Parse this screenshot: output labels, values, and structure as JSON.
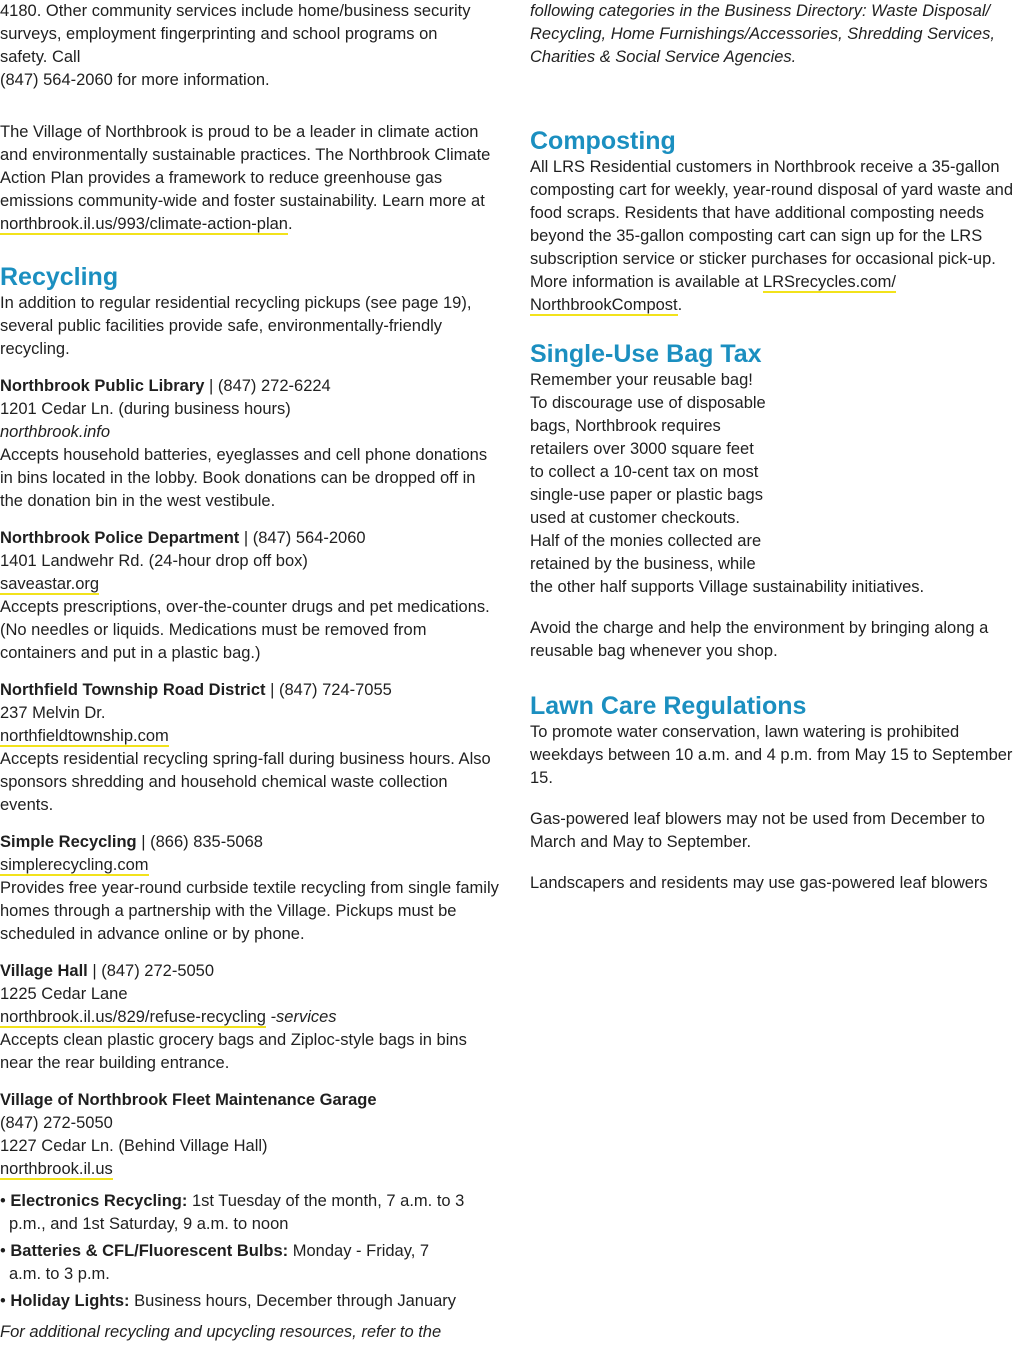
{
  "left": {
    "intro": {
      "line1": "4180. Other community services include home/business security",
      "line2": "surveys, employment fingerprinting and school programs on",
      "line3": "safety. Call",
      "line4": "(847) 564-2060 for more information."
    },
    "climate": {
      "text": "The Village of Northbrook is proud to be a leader in climate action and environmentally sustainable practices. The Northbrook Climate Action Plan provides a framework to reduce greenhouse gas emissions community-wide and foster sustainability. Learn more at ",
      "link": "northbrook.il.us/993/climate-action-plan",
      "end": "."
    },
    "recycling": {
      "heading": "Recycling",
      "intro": "In addition to regular residential recycling pickups (see page 19), several public facilities provide safe, environmentally-friendly recycling.",
      "entries": [
        {
          "name": "Northbrook Public Library",
          "phone": " | (847) 272-6224",
          "address": "1201 Cedar Ln. (during business hours)",
          "web": "northbrook.info",
          "desc": "Accepts household batteries, eyeglasses and cell phone donations in bins located in the lobby. Book donations can be dropped off in the donation bin in the west vestibule."
        },
        {
          "name": "Northbrook Police Department",
          "phone": " | (847) 564-2060",
          "address": "1401 Landwehr Rd. (24-hour drop off box)",
          "web": "saveastar.org",
          "desc": "Accepts prescriptions, over-the-counter drugs and pet medications. (No needles or liquids. Medications must be removed from containers and put in a plastic bag.)"
        },
        {
          "name": "Northfield Township Road District",
          "phone": " | (847) 724-7055",
          "address": "237 Melvin Dr.",
          "web": "northfieldtownship.com",
          "desc": "Accepts residential recycling spring-fall during business hours. Also sponsors shredding and household chemical waste collection events."
        },
        {
          "name": "Simple Recycling",
          "phone": " | (866) 835-5068",
          "web": "simplerecycling.com",
          "desc": "Provides free year-round curbside textile recycling from single family homes through a partnership with the Village. Pickups must be scheduled in advance online or by phone."
        },
        {
          "name": "Village Hall",
          "phone": " | (847) 272-5050",
          "address": "1225 Cedar Lane",
          "web": "northbrook.il.us/829/refuse-recycling",
          "web_suffix": " -services",
          "desc": "Accepts clean plastic grocery bags and Ziploc-style bags in bins near the rear building entrance."
        }
      ],
      "fleet": {
        "name": "Village of Northbrook Fleet Maintenance Garage",
        "phone": "(847) 272-5050",
        "address": "1227 Cedar Ln. (Behind Village Hall)",
        "web": "northbrook.il.us",
        "bullets": [
          {
            "label": "Electronics Recycling:",
            "text": " 1st Tuesday of the month, 7 a.m. to 3 p.m., and 1st Saturday, 9 a.m. to noon"
          },
          {
            "label": "Batteries & CFL/Fluorescent Bulbs:",
            "text": " Monday - Friday, 7 a.m. to 3 p.m."
          },
          {
            "label": "Holiday Lights:",
            "text": " Business hours, December through January"
          }
        ]
      },
      "footer": "For additional recycling and upcycling resources, refer to the"
    }
  },
  "right": {
    "continued": "following categories in the Business Directory: Waste Disposal/ Recycling, Home Furnishings/Accessories, Shredding Services, Charities & Social Service Agencies.",
    "composting": {
      "heading": "Composting",
      "text": "All LRS Residential customers in Northbrook receive a 35-gallon composting cart for weekly, year-round disposal of yard waste and food scraps. Residents that have additional composting needs beyond the 35-gallon composting cart can sign up for the LRS subscription service or sticker purchases for occasional pick-up. More information is available at ",
      "link1": "LRSrecycles.com/",
      "link2": "NorthbrookCompost",
      "end": "."
    },
    "bagtax": {
      "heading": "Single-Use Bag Tax",
      "lines": [
        "Remember your reusable bag!",
        "To discourage use of disposable",
        "bags, Northbrook requires",
        "retailers over 3000 square feet",
        "to collect a 10-cent tax on most",
        "single-use paper or plastic bags",
        "used at customer checkouts.",
        "Half of the monies collected are",
        "retained by the business, while",
        "the other half supports Village sustainability initiatives."
      ],
      "para2": "Avoid the charge and help the environment by bringing along a reusable bag whenever you shop."
    },
    "lawn": {
      "heading": "Lawn Care Regulations",
      "p1": "To promote water conservation, lawn watering is prohibited weekdays between 10 a.m. and 4 p.m. from May 15 to September 15.",
      "p2": "Gas-powered leaf blowers may not be used from December to March and May to September.",
      "p3": "Landscapers and residents may use gas-powered leaf blowers"
    }
  }
}
